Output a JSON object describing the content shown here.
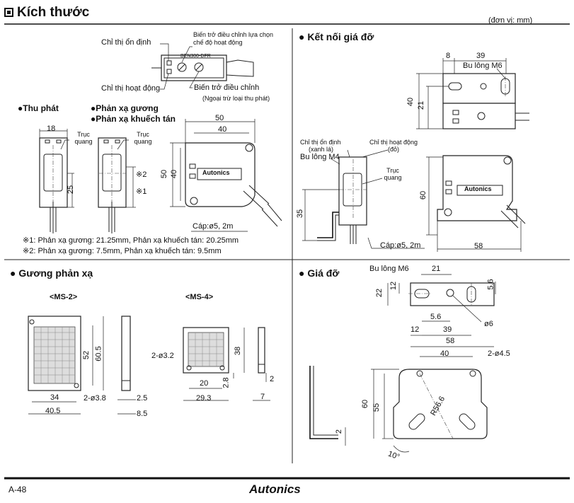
{
  "header": {
    "title": "Kích thước",
    "unit": "(đơn vị: mm)"
  },
  "top_diagram": {
    "stability_indicator": "Chỉ thị ổn định",
    "mode_selector": "Biến trở điều chỉnh lựa chọn chế độ hoạt động",
    "operation_indicator": "Chỉ thị hoạt động",
    "adjuster": "Biến trở điều chỉnh",
    "adjuster_note": "(Ngoại trừ loại thu phát)",
    "model_label": "BEN300-DFR"
  },
  "types": {
    "emitter": "●Thu phát",
    "mirror": "●Phản xạ gương",
    "diffuse": "●Phản xạ khuếch tán"
  },
  "sensor_dims": {
    "optical_axis": "Trục quang",
    "width_18": "18",
    "height_25": "25",
    "mark_2": "※2",
    "mark_1": "※1",
    "w50": "50",
    "w40": "40",
    "h50": "50",
    "h40": "40",
    "cable": "Cáp:ø5, 2m",
    "brand": "Autonics"
  },
  "notes": {
    "note1": "※1: Phản xạ gương: 21.25mm, Phản xạ khuếch tán: 20.25mm",
    "note2": "※2: Phản xạ gương: 7.5mm, Phản xạ khuếch tán: 9.5mm"
  },
  "bracket_conn": {
    "title": "● Kết nối giá đỡ",
    "d8": "8",
    "d39": "39",
    "bolt_m6": "Bu lông M6",
    "d40": "40",
    "d21": "21",
    "stab": "Chỉ thị ổn định",
    "stab_color": "(xanh lá)",
    "oper": "Chỉ thị hoạt động",
    "oper_color": "(đỏ)",
    "bolt_m4": "Bu lông M4",
    "optical_axis": "Trục quang",
    "d35": "35",
    "d60": "60",
    "d58": "58",
    "cable": "Cáp:ø5, 2m"
  },
  "reflector": {
    "title": "● Gương phản xạ",
    "ms2": "<MS-2>",
    "ms4": "<MS-4>",
    "d52": "52",
    "d605": "60.5",
    "d34": "34",
    "d405": "40.5",
    "hole38": "2-ø3.8",
    "d25": "2.5",
    "d85": "8.5",
    "hole32": "2-ø3.2",
    "d38": "38",
    "d20": "20",
    "d28": "2.8",
    "d293": "29.3",
    "d2": "2",
    "d7": "7"
  },
  "bracket": {
    "title": "● Giá đỡ",
    "bolt_m6": "Bu lông M6",
    "d21": "21",
    "d22": "22",
    "d12": "12",
    "d56a": "5.6",
    "d56b": "5.6",
    "d12b": "12",
    "d39": "39",
    "d58": "58",
    "d6": "ø6",
    "d40": "40",
    "hole45": "2-ø4.5",
    "d60": "60",
    "d55": "55",
    "r566": "R56.6",
    "deg": "10°",
    "d2": "2"
  },
  "footer": {
    "page": "A-48",
    "brand": "Autonics"
  }
}
